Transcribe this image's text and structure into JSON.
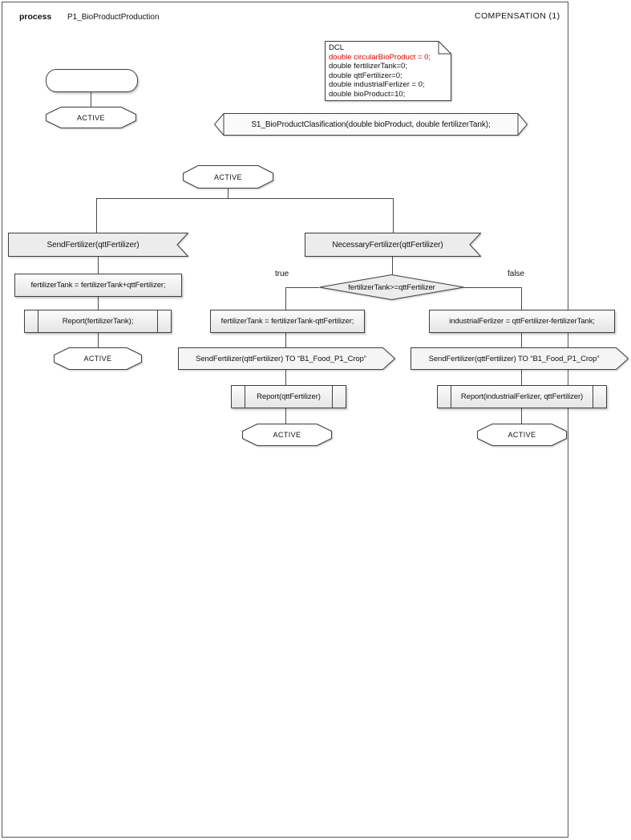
{
  "header": {
    "kind_label": "process",
    "process_name": "P1_BioProductProduction",
    "page_label": "COMPENSATION (1)"
  },
  "colors": {
    "background": "#ffffff",
    "shape_stroke": "#3f3f3f",
    "page_border": "#565656",
    "declaration_highlight": "#dd0000",
    "shape_fill_shaded": "#ececec",
    "shape_fill_plain": "#ffffff"
  },
  "declarations": {
    "title": "DCL",
    "lines": [
      "double circularBioProduct = 0;",
      "double fertilizerTank=0;",
      "double qttFertilizer=0;",
      "double industrialFerlizer = 0;",
      "double bioProduct=10;"
    ]
  },
  "nodes": {
    "state_initial": "ACTIVE",
    "signal_s1": "S1_BioProductClasification(double bioProduct, double fertilizerTank);",
    "state_main": "ACTIVE",
    "input_left": "SendFertilizer(qttFertilizer)",
    "task_left": "fertilizerTank = fertilizerTank+qttFertilizer;",
    "procedure_left": "Report(fertilizerTank);",
    "state_left_end": "ACTIVE",
    "input_right": "NecessaryFertilizer(qttFertilizer)",
    "decision": "fertilizerTank>=qttFertilizer",
    "branch_true": "true",
    "branch_false": "false",
    "task_true": "fertilizerTank = fertilizerTank-qttFertilizer;",
    "output_true": "SendFertilizer(qttFertilizer) TO “B1_Food_P1_Crop”",
    "procedure_true": "Report(qttFertilizer)",
    "state_true_end": "ACTIVE",
    "task_false": "industrialFerlizer = qttFertilizer-fertilizerTank;",
    "output_false": "SendFertilizer(qttFertilizer) TO “B1_Food_P1_Crop”",
    "procedure_false": "Report(industrialFerlizer, qttFertilizer)",
    "state_false_end": "ACTIVE"
  }
}
